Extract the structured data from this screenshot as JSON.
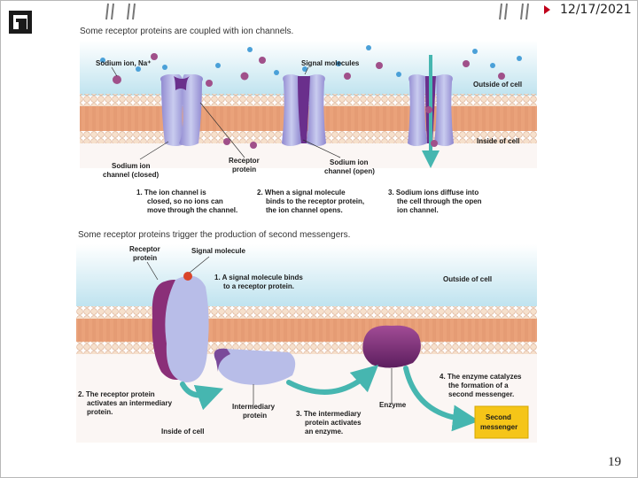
{
  "slide": {
    "date": "12/17/2021",
    "page_number": "19"
  },
  "figure": {
    "top_title": "Some receptor proteins are coupled with ion channels.",
    "bottom_title": "Some receptor proteins trigger the production of second messengers.",
    "top": {
      "sodium_ion": "Sodium ion, Na⁺",
      "signal_molecules": "Signal molecules",
      "outside_of_cell": "Outside of cell",
      "inside_of_cell": "Inside of cell",
      "receptor_protein_1": "Receptor",
      "receptor_protein_2": "protein",
      "channel_closed_1": "Sodium ion",
      "channel_closed_2": "channel (closed)",
      "channel_open_1": "Sodium ion",
      "channel_open_2": "channel (open)",
      "step1": [
        "1. The ion channel is",
        "closed, so no ions can",
        "move through the channel."
      ],
      "step2": [
        "2. When a signal molecule",
        "binds to the receptor protein,",
        "the ion channel opens."
      ],
      "step3": [
        "3. Sodium ions diffuse into",
        "the cell through the open",
        "ion channel."
      ]
    },
    "bottom": {
      "receptor_protein_1": "Receptor",
      "receptor_protein_2": "protein",
      "signal_molecule": "Signal molecule",
      "step1": [
        "1. A signal molecule binds",
        "to a receptor protein."
      ],
      "outside_of_cell": "Outside of cell",
      "step2": [
        "2. The receptor protein",
        "activates an intermediary",
        "protein."
      ],
      "intermediary_1": "Intermediary",
      "intermediary_2": "protein",
      "inside_of_cell": "Inside of cell",
      "step3": [
        "3. The intermediary",
        "protein activates",
        "an enzyme."
      ],
      "enzyme": "Enzyme",
      "step4": [
        "4. The enzyme catalyzes",
        "the formation of a",
        "second messenger."
      ],
      "second_messenger_1": "Second",
      "second_messenger_2": "messenger"
    }
  },
  "colors": {
    "membrane": "#e9a47a",
    "lipid_head": "#f4dcc8",
    "outside_band": "#cfe9f3",
    "protein": "#b8bde8",
    "protein_dark": "#6a2f8c",
    "ion": "#a0508a",
    "signal": "#4aa0d8",
    "arrow": "#46b6b0",
    "second_messenger": "#f5c518"
  }
}
